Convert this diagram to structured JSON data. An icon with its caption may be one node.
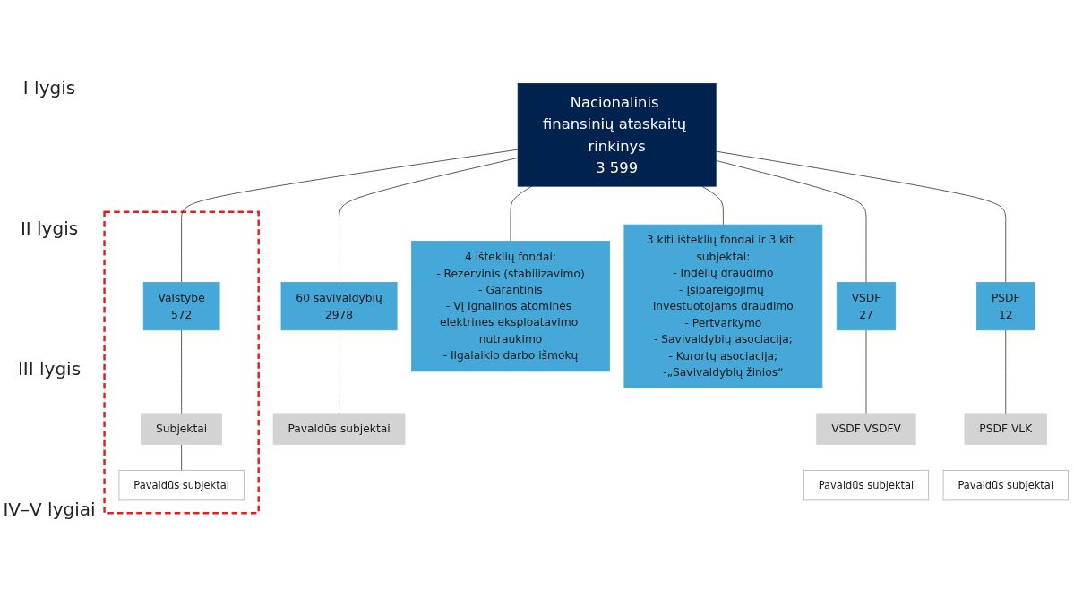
{
  "diagram": {
    "nodes": [
      {
        "text": [
          "Nacionalinis finansinių ataskaitų rinkinys",
          "3 599"
        ]
      },
      {
        "text": [
          "VSDF",
          "27"
        ]
      },
      {
        "text": [
          "PSDF",
          "12"
        ]
      },
      {
        "text": [
          "60 savivaldybių",
          "2978"
        ]
      },
      {
        "text": [],
        "shape": "box"
      },
      {
        "text": [
          "Valstybė",
          "572"
        ],
        "in": 4
      },
      {
        "text": [
          "4 išteklių fondai:",
          "- Rezervinis (stabilizavimo)",
          "- Garantinis",
          "- VĮ Ignalinos atominės elektrinės eksploatavimo nutraukimo",
          "- Ilgalaikio darbo išmokų"
        ]
      },
      {
        "text": [
          "3 kiti išteklių fondai ir 3 kiti subjektai:",
          "- Indėlių draudimo",
          "- Įsipareigojimų investuotojams draudimo",
          "- Pertvarkymo",
          "- Savivaldybių asociacija;",
          "- Kurortų asociacija;",
          "-„Savivaldybių žinios“"
        ]
      },
      {
        "text": [
          "VSDF VSDFV"
        ]
      },
      {
        "text": [
          "PSDF VLK"
        ]
      },
      {
        "text": [
          "Pavaldūs subjektai"
        ]
      },
      {
        "text": [
          "Subjektai"
        ],
        "in": 4
      },
      {
        "text": [
          "Pavaldūs subjektai"
        ]
      },
      {
        "text": [
          "Pavaldūs subjektai"
        ]
      },
      {
        "text": [
          "Pavaldūs subjektai"
        ],
        "in": 4
      }
    ],
    "edges": [
      {
        "from": 0,
        "to": 1,
        "arrow": "none"
      },
      {
        "from": 0,
        "to": 2,
        "arrow": "none"
      },
      {
        "from": 0,
        "to": 3,
        "arrow": "none"
      },
      {
        "from": 0,
        "to": 5,
        "arrow": "none"
      },
      {
        "from": 0,
        "to": 6,
        "arrow": "none"
      },
      {
        "from": 0,
        "to": 7,
        "arrow": "none"
      },
      {
        "from": 1,
        "to": 8,
        "arrow": "none"
      },
      {
        "from": 2,
        "to": 9,
        "arrow": "none"
      },
      {
        "from": 3,
        "to": 10,
        "arrow": "none"
      },
      {
        "from": 5,
        "to": 11,
        "arrow": "none"
      },
      {
        "from": 11,
        "to": 14,
        "arrow": "none"
      }
    ],
    "labels": [
      "I lygis",
      "II lygis",
      "III lygis",
      "IV–V lygiai"
    ]
  }
}
